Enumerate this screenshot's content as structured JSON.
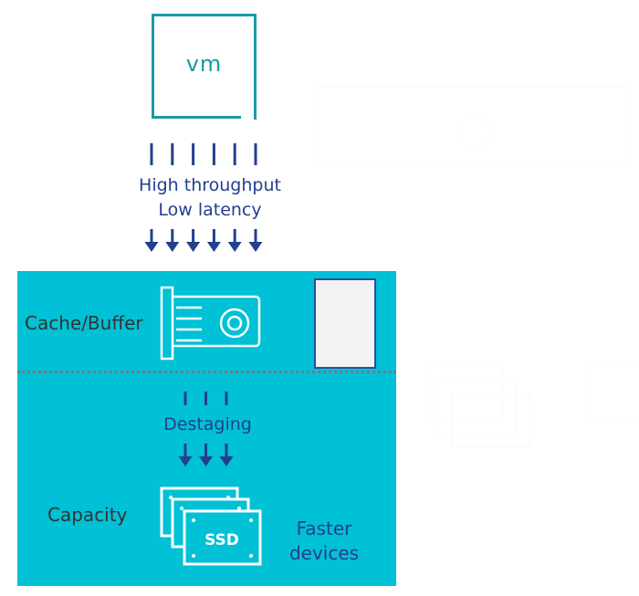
{
  "vm": {
    "label": "vm"
  },
  "top_flow": {
    "line1": "High throughput",
    "line2": "Low latency",
    "arrow_count": 6
  },
  "cache_tier": {
    "label": "Cache/Buffer",
    "icon": "cache-card-icon"
  },
  "middle_flow": {
    "label": "Destaging",
    "arrow_count": 3
  },
  "capacity_tier": {
    "label": "Capacity",
    "icon": "ssd-stack-icon",
    "ssd_label": "SSD"
  },
  "note": {
    "line1": "Faster",
    "line2": "devices"
  },
  "colors": {
    "panel": "#00c1d5",
    "flow": "#233f8f",
    "vm": "#1a9aa6"
  }
}
